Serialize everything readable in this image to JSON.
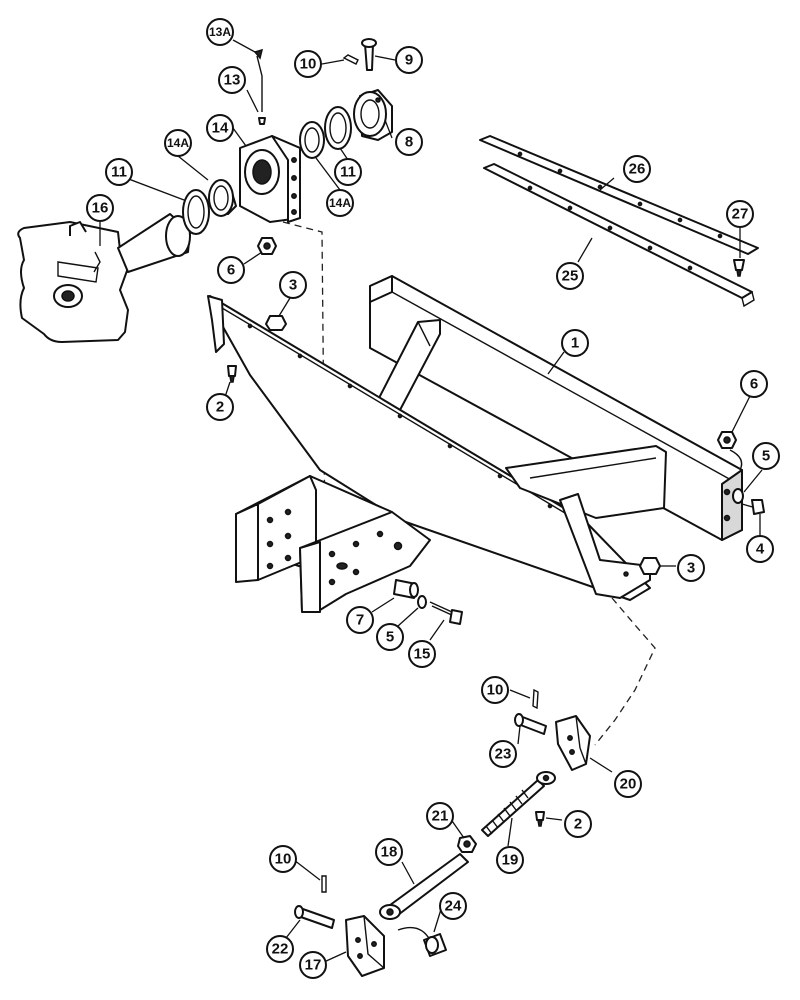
{
  "diagram": {
    "callouts": [
      {
        "id": "c-13a",
        "label": "13A"
      },
      {
        "id": "c-13",
        "label": "13"
      },
      {
        "id": "c-10-top",
        "label": "10"
      },
      {
        "id": "c-9",
        "label": "9"
      },
      {
        "id": "c-14",
        "label": "14"
      },
      {
        "id": "c-14a-left",
        "label": "14A"
      },
      {
        "id": "c-8",
        "label": "8"
      },
      {
        "id": "c-11-left",
        "label": "11"
      },
      {
        "id": "c-11-right",
        "label": "11"
      },
      {
        "id": "c-14a-right",
        "label": "14A"
      },
      {
        "id": "c-16",
        "label": "16"
      },
      {
        "id": "c-26",
        "label": "26"
      },
      {
        "id": "c-27",
        "label": "27"
      },
      {
        "id": "c-25",
        "label": "25"
      },
      {
        "id": "c-6-top",
        "label": "6"
      },
      {
        "id": "c-3-top",
        "label": "3"
      },
      {
        "id": "c-1",
        "label": "1"
      },
      {
        "id": "c-2-top",
        "label": "2"
      },
      {
        "id": "c-6-right",
        "label": "6"
      },
      {
        "id": "c-5-right",
        "label": "5"
      },
      {
        "id": "c-4",
        "label": "4"
      },
      {
        "id": "c-3-mid",
        "label": "3"
      },
      {
        "id": "c-7",
        "label": "7"
      },
      {
        "id": "c-5-mid",
        "label": "5"
      },
      {
        "id": "c-15",
        "label": "15"
      },
      {
        "id": "c-10-mid",
        "label": "10"
      },
      {
        "id": "c-23",
        "label": "23"
      },
      {
        "id": "c-20",
        "label": "20"
      },
      {
        "id": "c-2-bottom",
        "label": "2"
      },
      {
        "id": "c-21",
        "label": "21"
      },
      {
        "id": "c-19",
        "label": "19"
      },
      {
        "id": "c-18",
        "label": "18"
      },
      {
        "id": "c-10-bottom",
        "label": "10"
      },
      {
        "id": "c-24",
        "label": "24"
      },
      {
        "id": "c-22",
        "label": "22"
      },
      {
        "id": "c-17",
        "label": "17"
      }
    ]
  }
}
